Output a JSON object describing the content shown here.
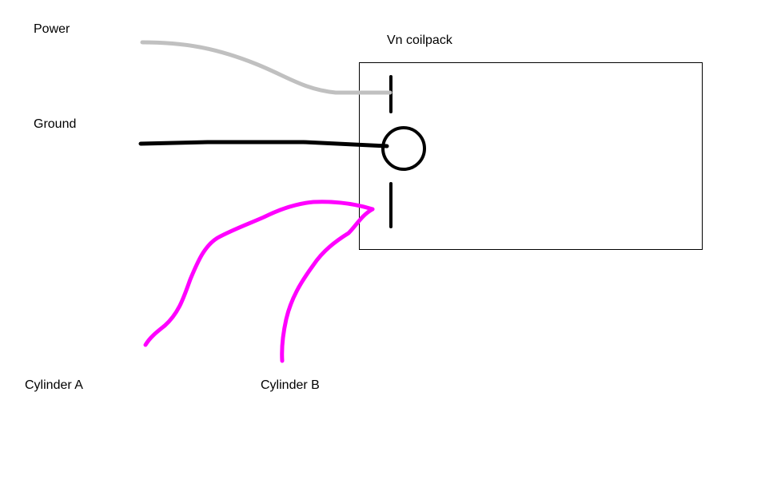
{
  "labels": {
    "power": "Power",
    "ground": "Ground",
    "coilpack": "Vn coilpack",
    "cylinder_a": "Cylinder A",
    "cylinder_b": "Cylinder B"
  },
  "colors": {
    "power_wire": "#c0c0c0",
    "ground_wire": "#000000",
    "cylinder_wires": "#ff00ff",
    "coilpack_outline": "#000000",
    "background": "#ffffff"
  }
}
